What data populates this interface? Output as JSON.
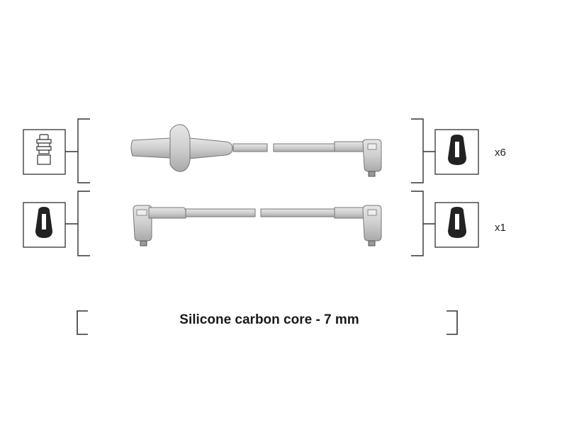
{
  "diagram": {
    "rows": [
      {
        "left_connector": "plug-icon",
        "cable": "spark-plug-wire-straight-to-angled",
        "right_connector": "boot-icon",
        "quantity": "x6"
      },
      {
        "left_connector": "boot-icon",
        "cable": "spark-plug-wire-angled-to-angled",
        "right_connector": "boot-icon",
        "quantity": "x1"
      }
    ],
    "caption": "Silicone carbon core - 7 mm"
  },
  "colors": {
    "line": "#333333",
    "cable_fill": "#c8c8c8",
    "cable_outline": "#7a7a7a",
    "icon_fill": "#222222"
  }
}
